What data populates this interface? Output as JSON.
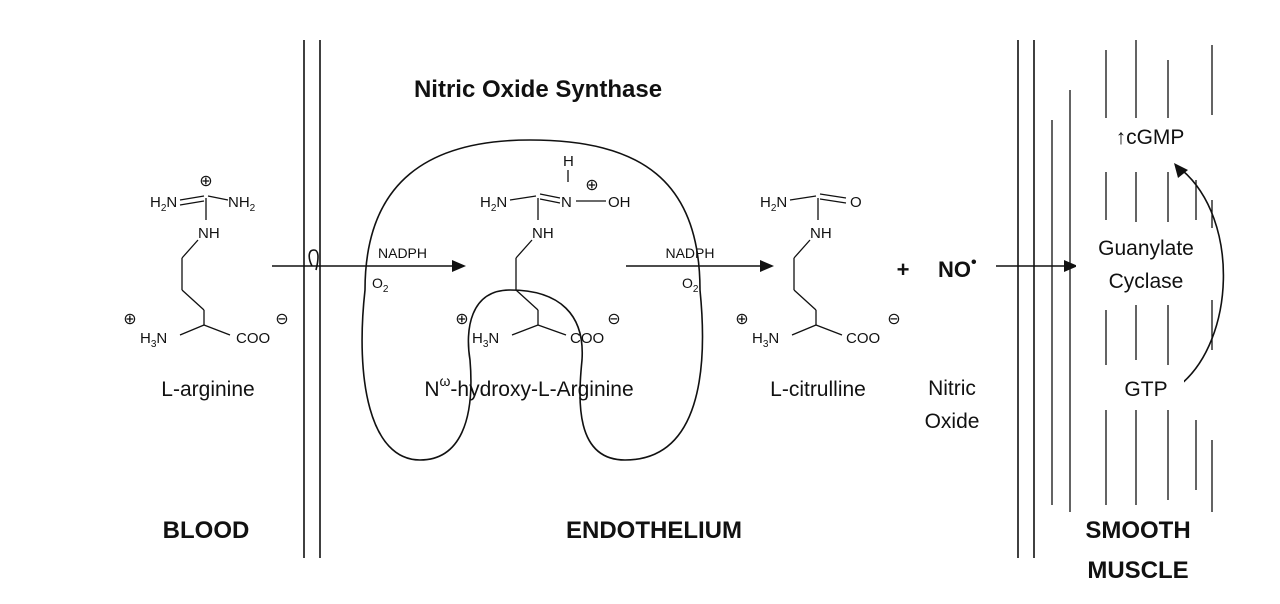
{
  "title": "Nitric Oxide Synthase",
  "regions": {
    "blood": "BLOOD",
    "endothelium": "ENDOTHELIUM",
    "smooth_line1": "SMOOTH",
    "smooth_line2": "MUSCLE"
  },
  "cofactors": {
    "nadph": "NADPH",
    "o2": "O",
    "o2_sub": "2"
  },
  "compounds": {
    "arginine": "L-arginine",
    "hydroxy_prefix": "N",
    "hydroxy_sup": "ω",
    "hydroxy_rest": "-hydroxy-L-Arginine",
    "citrulline": "L-citrulline"
  },
  "nitric_oxide": {
    "plus": "+",
    "formula": "NO",
    "radical": "•",
    "name_line1": "Nitric",
    "name_line2": "Oxide"
  },
  "muscle": {
    "cgmp": "↑cGMP",
    "enzyme_line1": "Guanylate",
    "enzyme_line2": "Cyclase",
    "gtp": "GTP"
  },
  "atoms": {
    "h2n": "H",
    "h2n_sub": "2",
    "n": "N",
    "nh": "NH",
    "nh2": "NH",
    "nh2_sub": "2",
    "h3n": "H",
    "h3n_sub": "3",
    "coo": "COO",
    "h": "H",
    "oh": "OH",
    "o": "O"
  },
  "charges": {
    "plus": "⊕",
    "minus": "⊖"
  }
}
